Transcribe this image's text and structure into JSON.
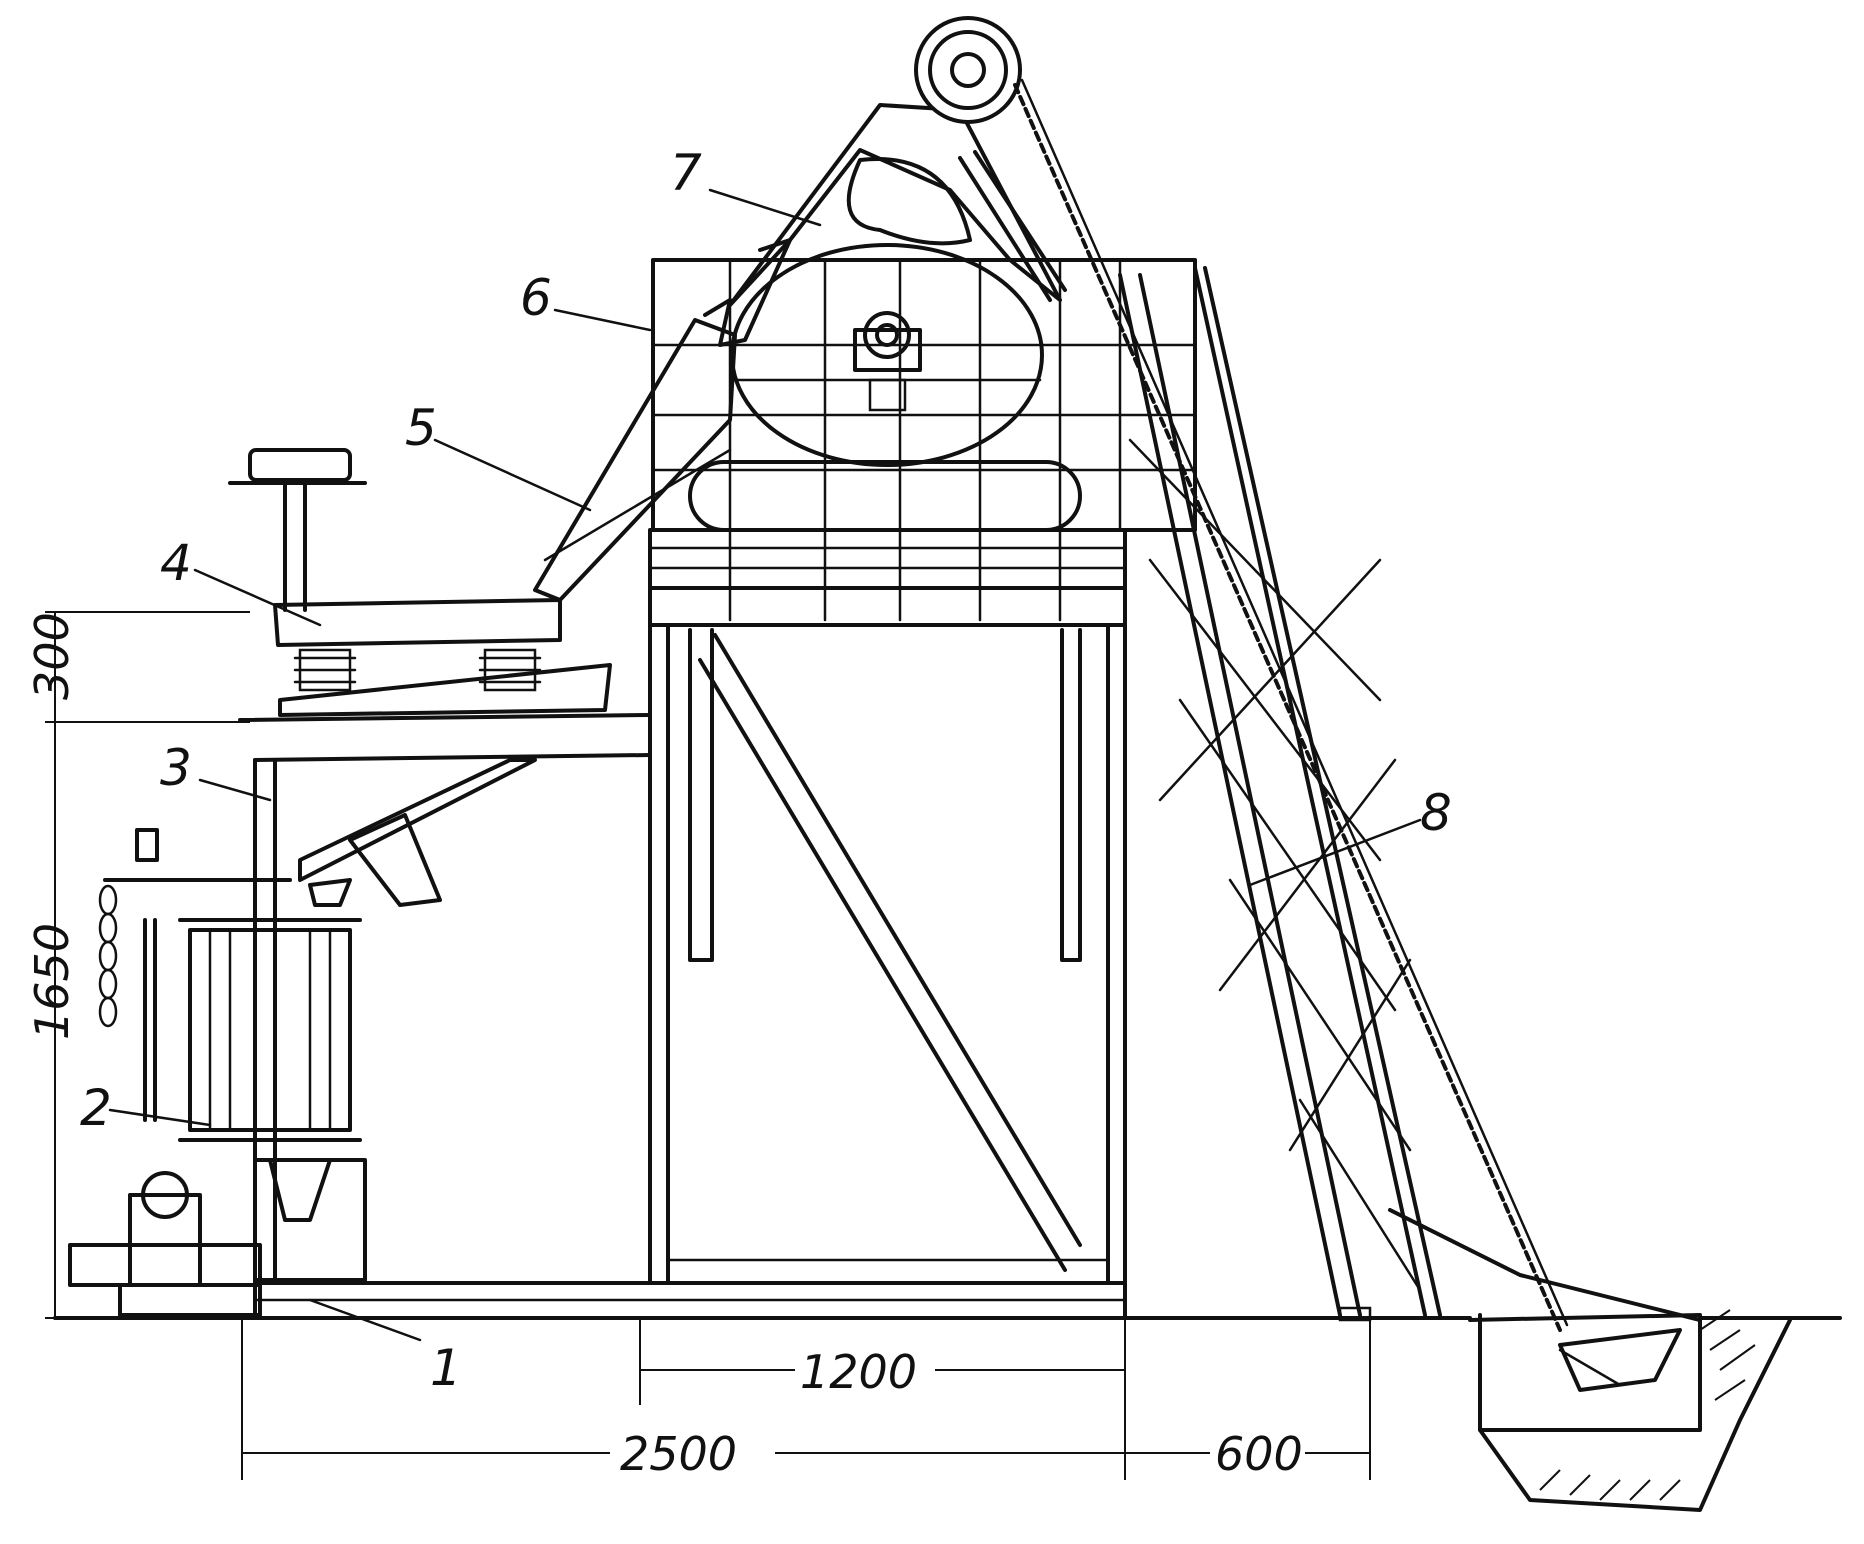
{
  "labels": {
    "l1": "1",
    "l2": "2",
    "l3": "3",
    "l4": "4",
    "l5": "5",
    "l6": "6",
    "l7": "7",
    "l8": "8"
  },
  "dimensions": {
    "d300": "300",
    "d1650": "1650",
    "d1200": "1200",
    "d2500": "2500",
    "d600": "600"
  }
}
